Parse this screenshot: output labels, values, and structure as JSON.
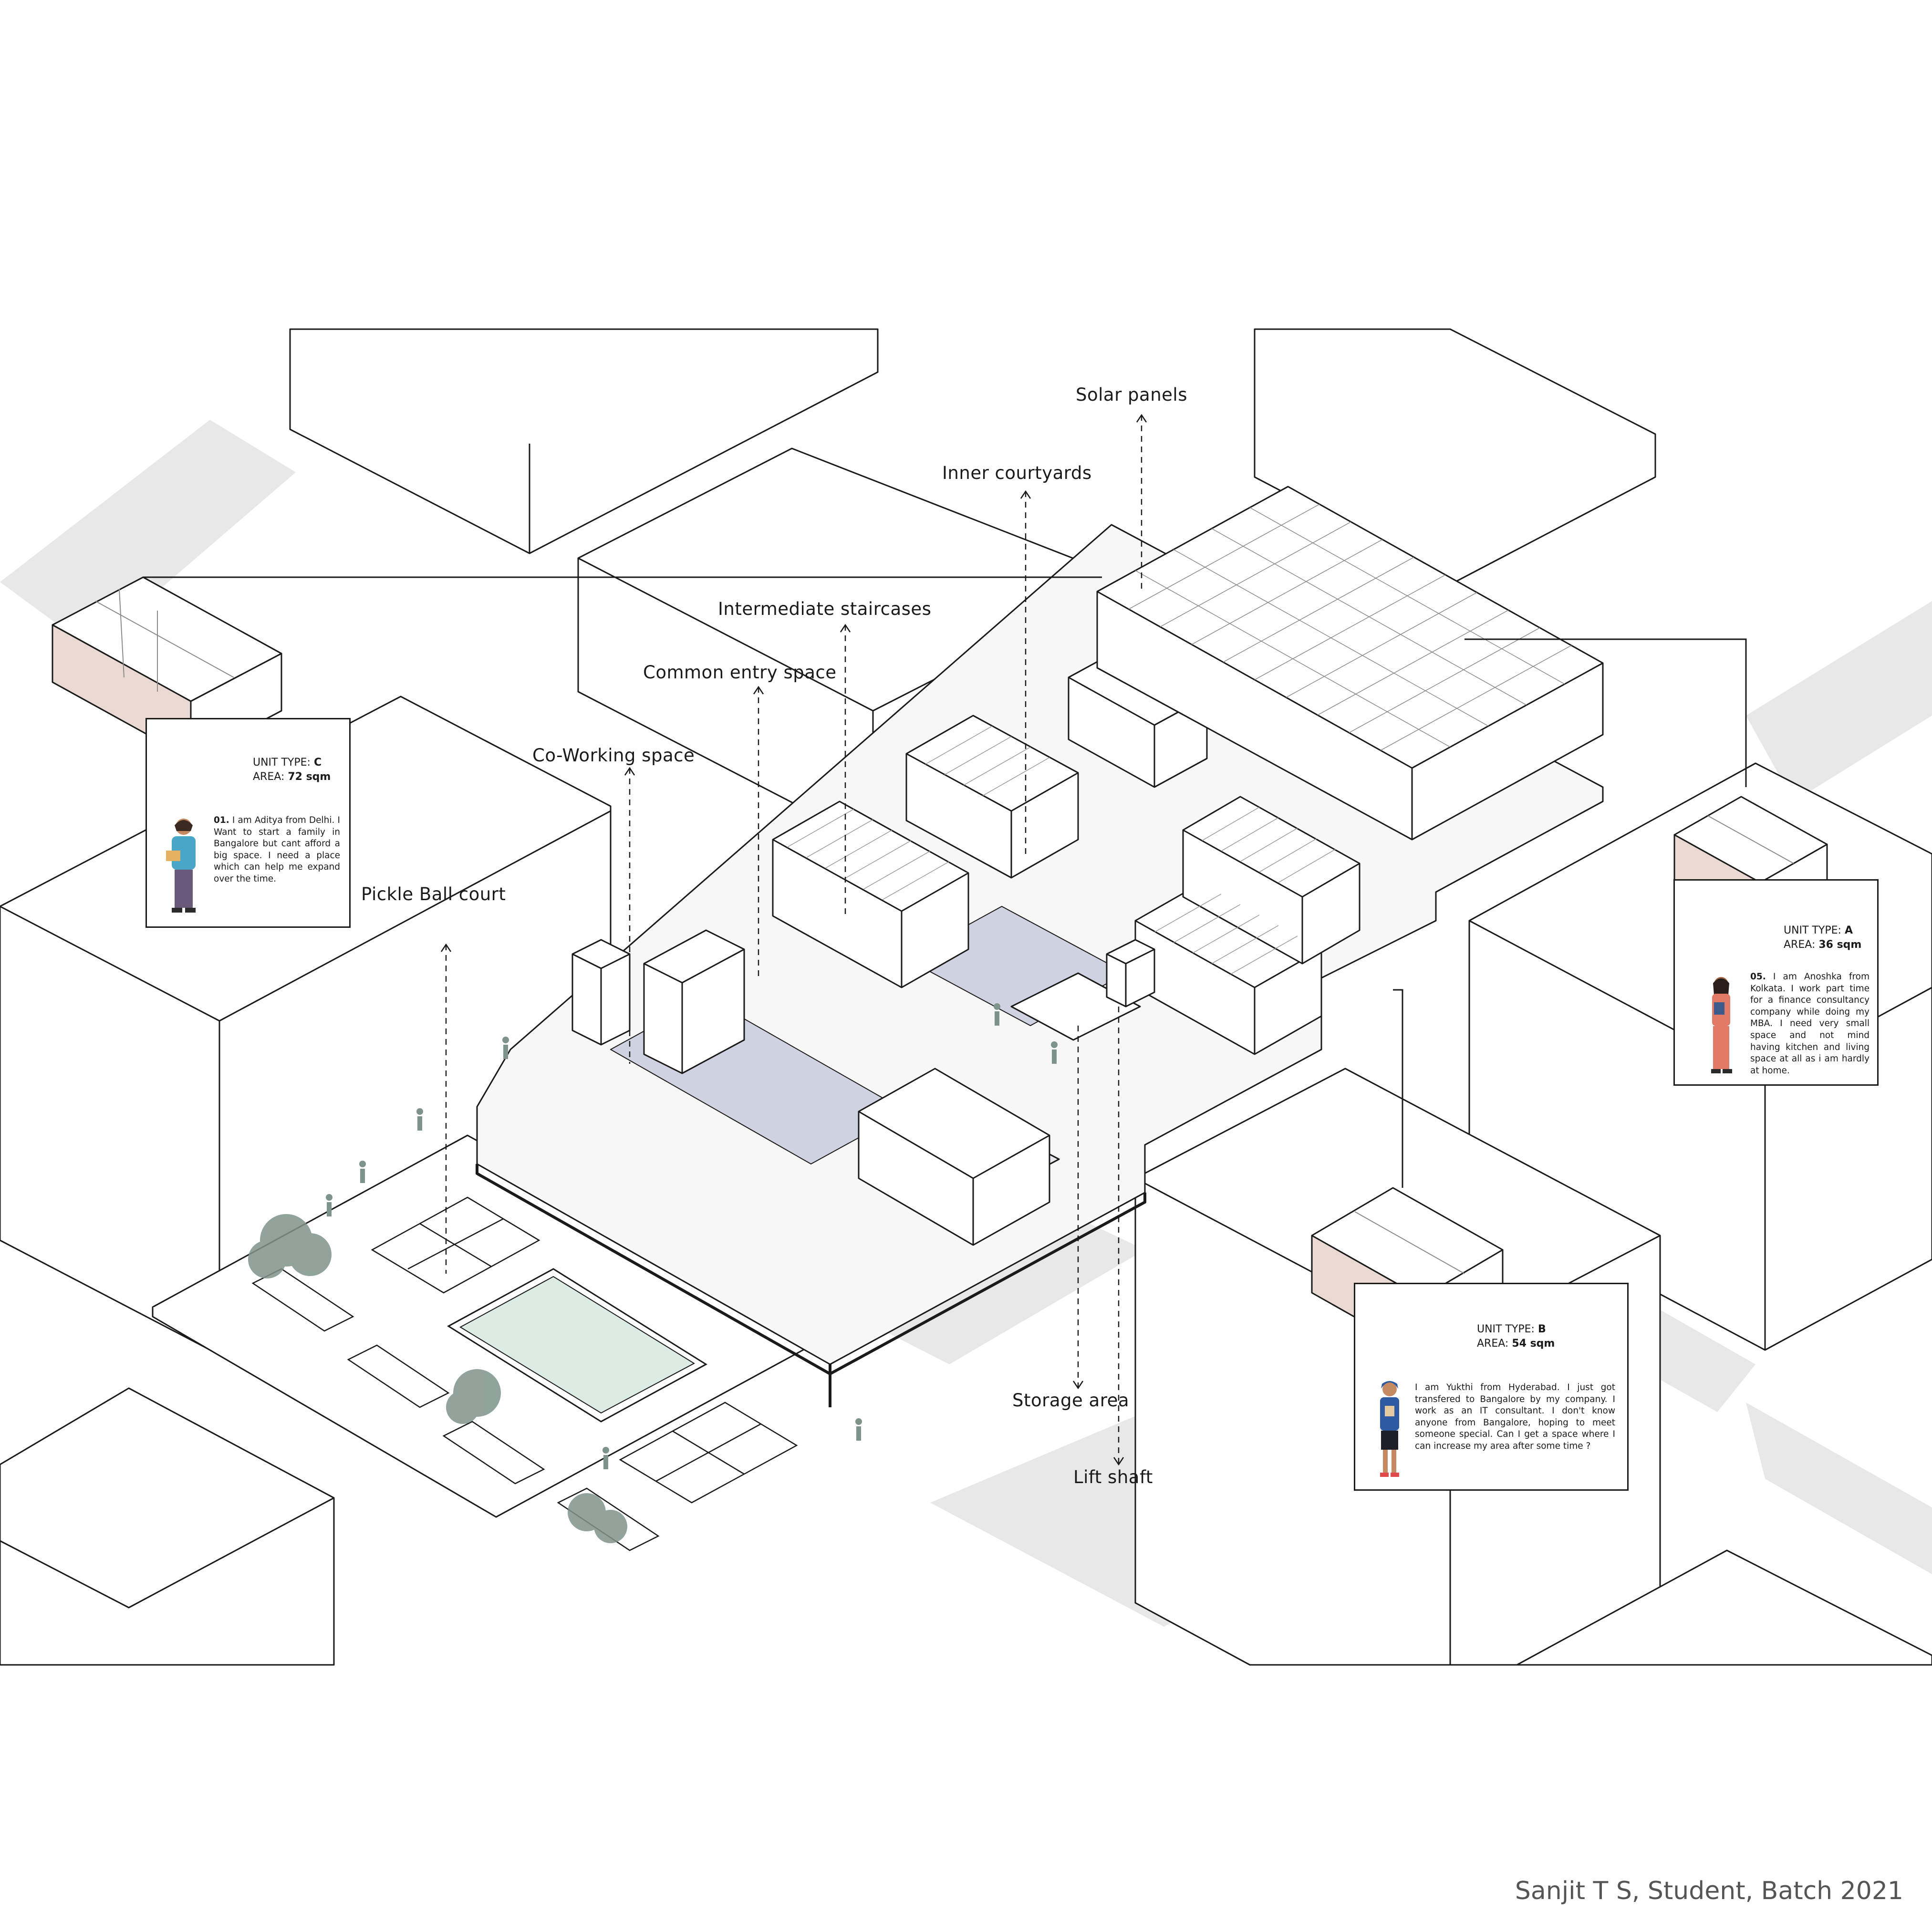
{
  "labels": {
    "solar_panels": "Solar panels",
    "inner_courtyards": "Inner courtyards",
    "intermediate_staircases": "Intermediate staircases",
    "common_entry_space": "Common entry space",
    "co_working_space": "Co-Working space",
    "pickle_ball_court": "Pickle Ball court",
    "storage_area": "Storage area",
    "lift_shaft": "Lift shaft"
  },
  "units": {
    "c": {
      "type_label": "UNIT TYPE:",
      "type_value": "C",
      "area_label": "AREA:",
      "area_value": "72 sqm",
      "story_number": "01.",
      "story_text": "I am Aditya from Delhi. I Want to start a family in Bangalore but cant afford a big space. I need a place which can help me expand over the time."
    },
    "a": {
      "type_label": "UNIT TYPE:",
      "type_value": "A",
      "area_label": "AREA:",
      "area_value": "36 sqm",
      "story_number": "05.",
      "story_text": "I am Anoshka from Kolkata. I work part time for a finance consultancy company while doing my MBA. I need very small space and not mind having kitchen and living space at all as i am hardly at home."
    },
    "b": {
      "type_label": "UNIT TYPE:",
      "type_value": "B",
      "area_label": "AREA:",
      "area_value": "54 sqm",
      "story_text": "I am Yukthi from Hyderabad. I just got transfered to Bangalore by my company. I work as an IT consultant. I don't know anyone from Bangalore, hoping to meet someone special. Can I get a space where I can increase my area after some time ?"
    }
  },
  "credit": "Sanjit T S, Student, Batch 2021",
  "colors": {
    "line": "#1a1a1a",
    "shadow": "#e6e6e6",
    "courtyard": "#cfd2e0",
    "pool": "#dcebe3",
    "tree": "#7e948a",
    "unit_wall": "#ead9d2",
    "credit_text": "#555555"
  }
}
